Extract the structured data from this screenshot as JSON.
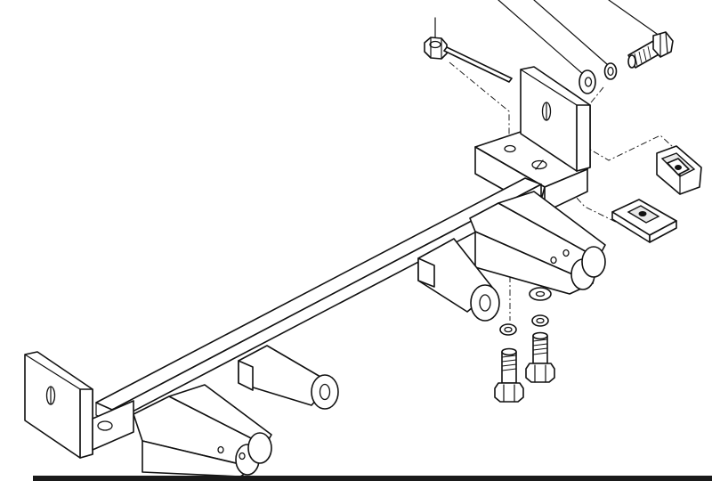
{
  "diagram": {
    "type": "exploded-assembly",
    "parts": [
      "main-crossbar",
      "left-mounting-plate",
      "right-upright-bracket",
      "right-base-bracket",
      "left-tow-tab-pair",
      "center-tow-tab",
      "right-tow-tab-pair",
      "upper-hex-bolt",
      "upper-lock-washer",
      "upper-flat-washer",
      "hex-nut",
      "long-pin",
      "frame-nut-plate-upper",
      "frame-nut-plate-lower",
      "lower-bolt-left",
      "lower-bolt-right",
      "lower-lock-washer-left",
      "lower-flat-washer-right",
      "lower-lock-washer-right"
    ],
    "colors": {
      "line": "#111111",
      "background": "#ffffff",
      "rule": "#1a1a1a"
    }
  }
}
